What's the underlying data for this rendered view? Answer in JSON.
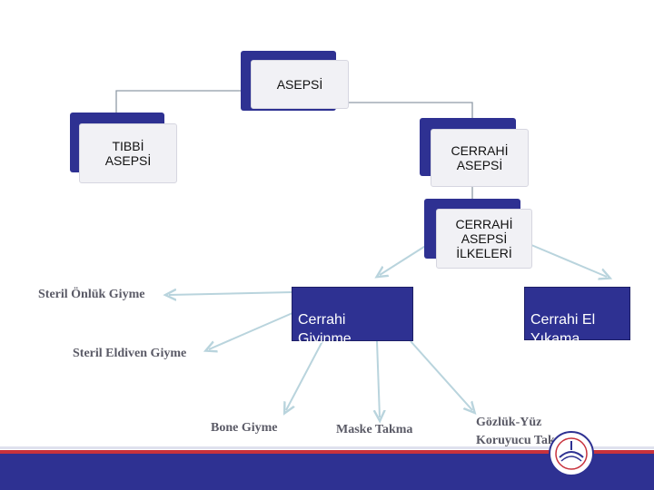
{
  "diagram": {
    "root": {
      "label": "ASEPSİ"
    },
    "tibbi": {
      "label": "TIBBİ\nASEPSİ"
    },
    "cerrahi": {
      "label": "CERRAHİ\nASEPSİ"
    },
    "ilkeler": {
      "label": "CERRAHİ\nASEPSİ\nİLKELERİ"
    },
    "giyinme": {
      "label": "Cerrahi\nGiyinme"
    },
    "el_yikama": {
      "label": "Cerrahi El\nYıkama"
    },
    "items": {
      "onluk": "Steril Önlük Giyme",
      "eldiven": "Steril Eldiven Giyme",
      "bone": "Bone Giyme",
      "maske": "Maske Takma",
      "gozluk": "Gözlük-Yüz\nKoruyucu Takma"
    }
  },
  "colors": {
    "accent": "#2e3192",
    "connector": "#8f9aa6",
    "arrow": "#b9d4dd",
    "stripe": "#c8323c"
  }
}
